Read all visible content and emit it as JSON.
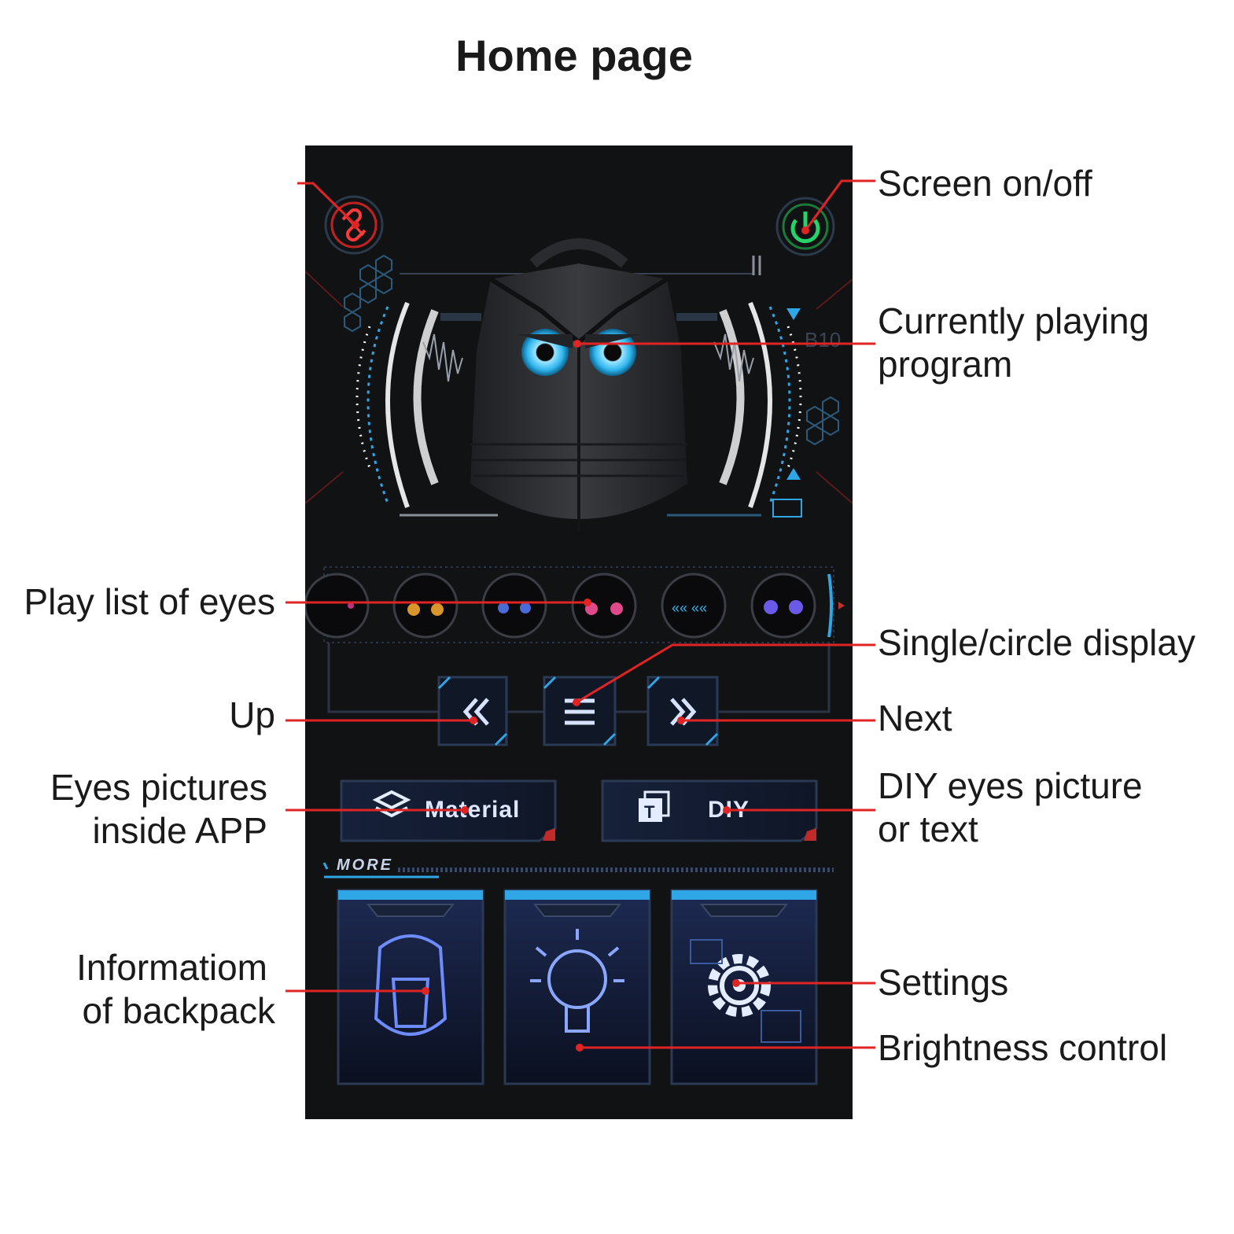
{
  "title": "Home page",
  "callouts": {
    "screen_on_off": "Screen on/off",
    "currently_playing_1": "Currently playing",
    "currently_playing_2": "program",
    "play_list": "Play list of eyes",
    "single_circle": "Single/circle display",
    "up": "Up",
    "next": "Next",
    "eyes_pictures_1": "Eyes pictures",
    "eyes_pictures_2": "inside APP",
    "diy_1": "DIY eyes picture",
    "diy_2": "or text",
    "info_1": "Informatiom",
    "info_2": "of backpack",
    "settings": "Settings",
    "brightness": "Brightness control"
  },
  "app": {
    "material_label": "Material",
    "diy_label": "DIY",
    "more_label": "MORE",
    "program_code": "B10"
  },
  "colors": {
    "callout_line": "#e02424",
    "accent_blue": "#2fa6e6",
    "power_green": "#1fbf5a",
    "link_red": "#e03030",
    "app_bg": "#111214"
  }
}
